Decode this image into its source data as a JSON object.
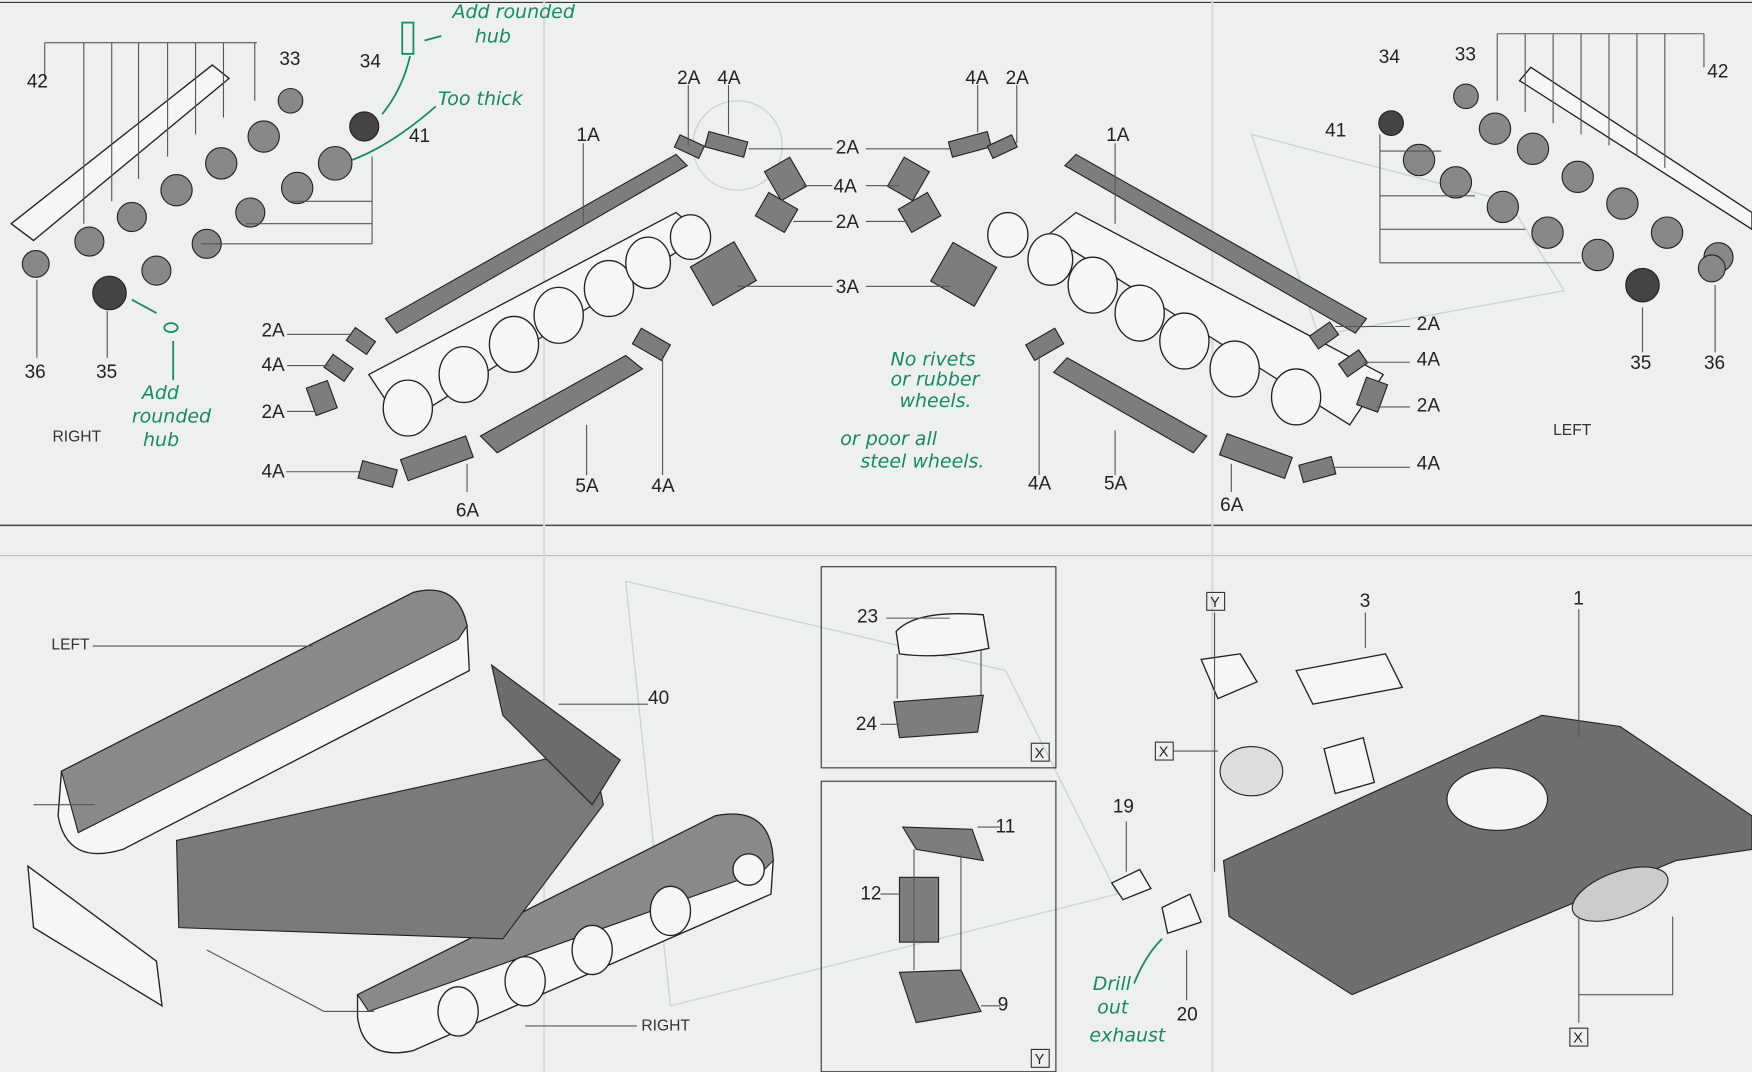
{
  "sheet": {
    "top_left": {
      "labels": [
        "42",
        "33",
        "34",
        "41",
        "36",
        "35"
      ],
      "side": "RIGHT"
    },
    "top_center_left": {
      "labels": [
        "2A",
        "4A",
        "1A",
        "2A",
        "4A",
        "2A",
        "3A",
        "2A",
        "4A",
        "2A",
        "4A",
        "6A",
        "5A",
        "4A"
      ]
    },
    "top_center_right": {
      "labels": [
        "4A",
        "2A",
        "1A",
        "2A",
        "4A",
        "2A",
        "4A",
        "4A",
        "5A",
        "6A"
      ]
    },
    "top_right": {
      "labels": [
        "34",
        "33",
        "42",
        "41",
        "35",
        "36"
      ],
      "side": "LEFT"
    },
    "bottom_left": {
      "left_label": "LEFT",
      "part_40": "40",
      "right_label": "RIGHT"
    },
    "inset_top": {
      "labels": [
        "23",
        "24"
      ],
      "key": "X"
    },
    "inset_bottom": {
      "labels": [
        "11",
        "12",
        "9"
      ],
      "key": "Y"
    },
    "bottom_right": {
      "labels": [
        "Y",
        "3",
        "1",
        "X",
        "19",
        "20",
        "X"
      ]
    }
  },
  "handwritten_notes": {
    "hub_top": [
      "Add rounded",
      "hub"
    ],
    "too_thick": "Too thick",
    "hub_left": [
      "Add",
      "rounded",
      "hub"
    ],
    "rivets": [
      "No rivets",
      "or rubber",
      "wheels."
    ],
    "steel": [
      "or poor all",
      "steel wheels."
    ],
    "exhaust": [
      "Drill",
      "out",
      "exhaust"
    ]
  }
}
